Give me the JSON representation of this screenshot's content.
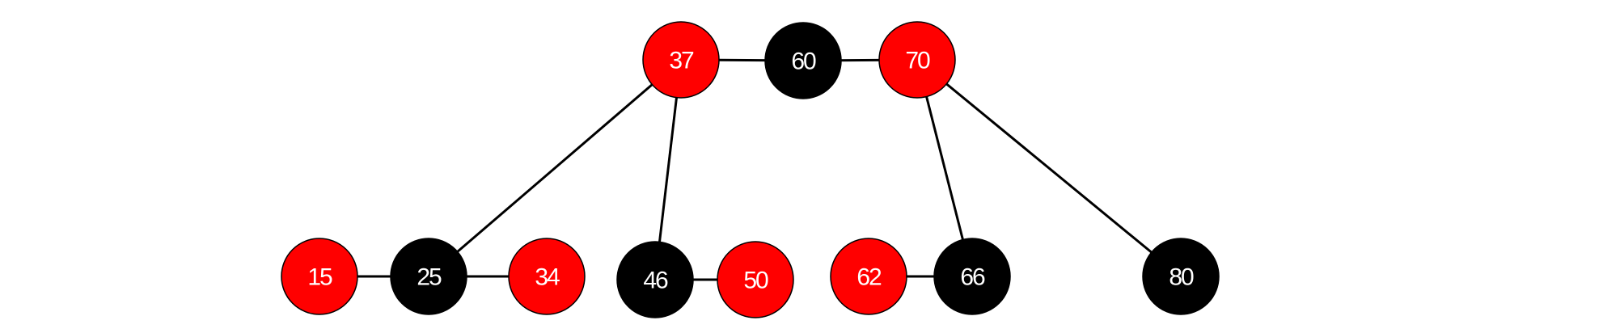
{
  "colors": {
    "red": "#ff0000",
    "black": "#000000",
    "label": "#ffffff",
    "edge": "#000000"
  },
  "nodes": [
    {
      "id": "n37",
      "label": "37",
      "color": "red"
    },
    {
      "id": "n60",
      "label": "60",
      "color": "black"
    },
    {
      "id": "n70",
      "label": "70",
      "color": "red"
    },
    {
      "id": "n15",
      "label": "15",
      "color": "red"
    },
    {
      "id": "n25",
      "label": "25",
      "color": "black"
    },
    {
      "id": "n34",
      "label": "34",
      "color": "red"
    },
    {
      "id": "n46",
      "label": "46",
      "color": "black"
    },
    {
      "id": "n50",
      "label": "50",
      "color": "red"
    },
    {
      "id": "n62",
      "label": "62",
      "color": "red"
    },
    {
      "id": "n66",
      "label": "66",
      "color": "black"
    },
    {
      "id": "n80",
      "label": "80",
      "color": "black"
    }
  ],
  "edges": [
    {
      "from": "n37",
      "to": "n60"
    },
    {
      "from": "n60",
      "to": "n70"
    },
    {
      "from": "n15",
      "to": "n25"
    },
    {
      "from": "n25",
      "to": "n34"
    },
    {
      "from": "n46",
      "to": "n50"
    },
    {
      "from": "n62",
      "to": "n66"
    },
    {
      "from": "n37",
      "to": "n25"
    },
    {
      "from": "n37",
      "to": "n46"
    },
    {
      "from": "n70",
      "to": "n66"
    },
    {
      "from": "n70",
      "to": "n80"
    }
  ]
}
